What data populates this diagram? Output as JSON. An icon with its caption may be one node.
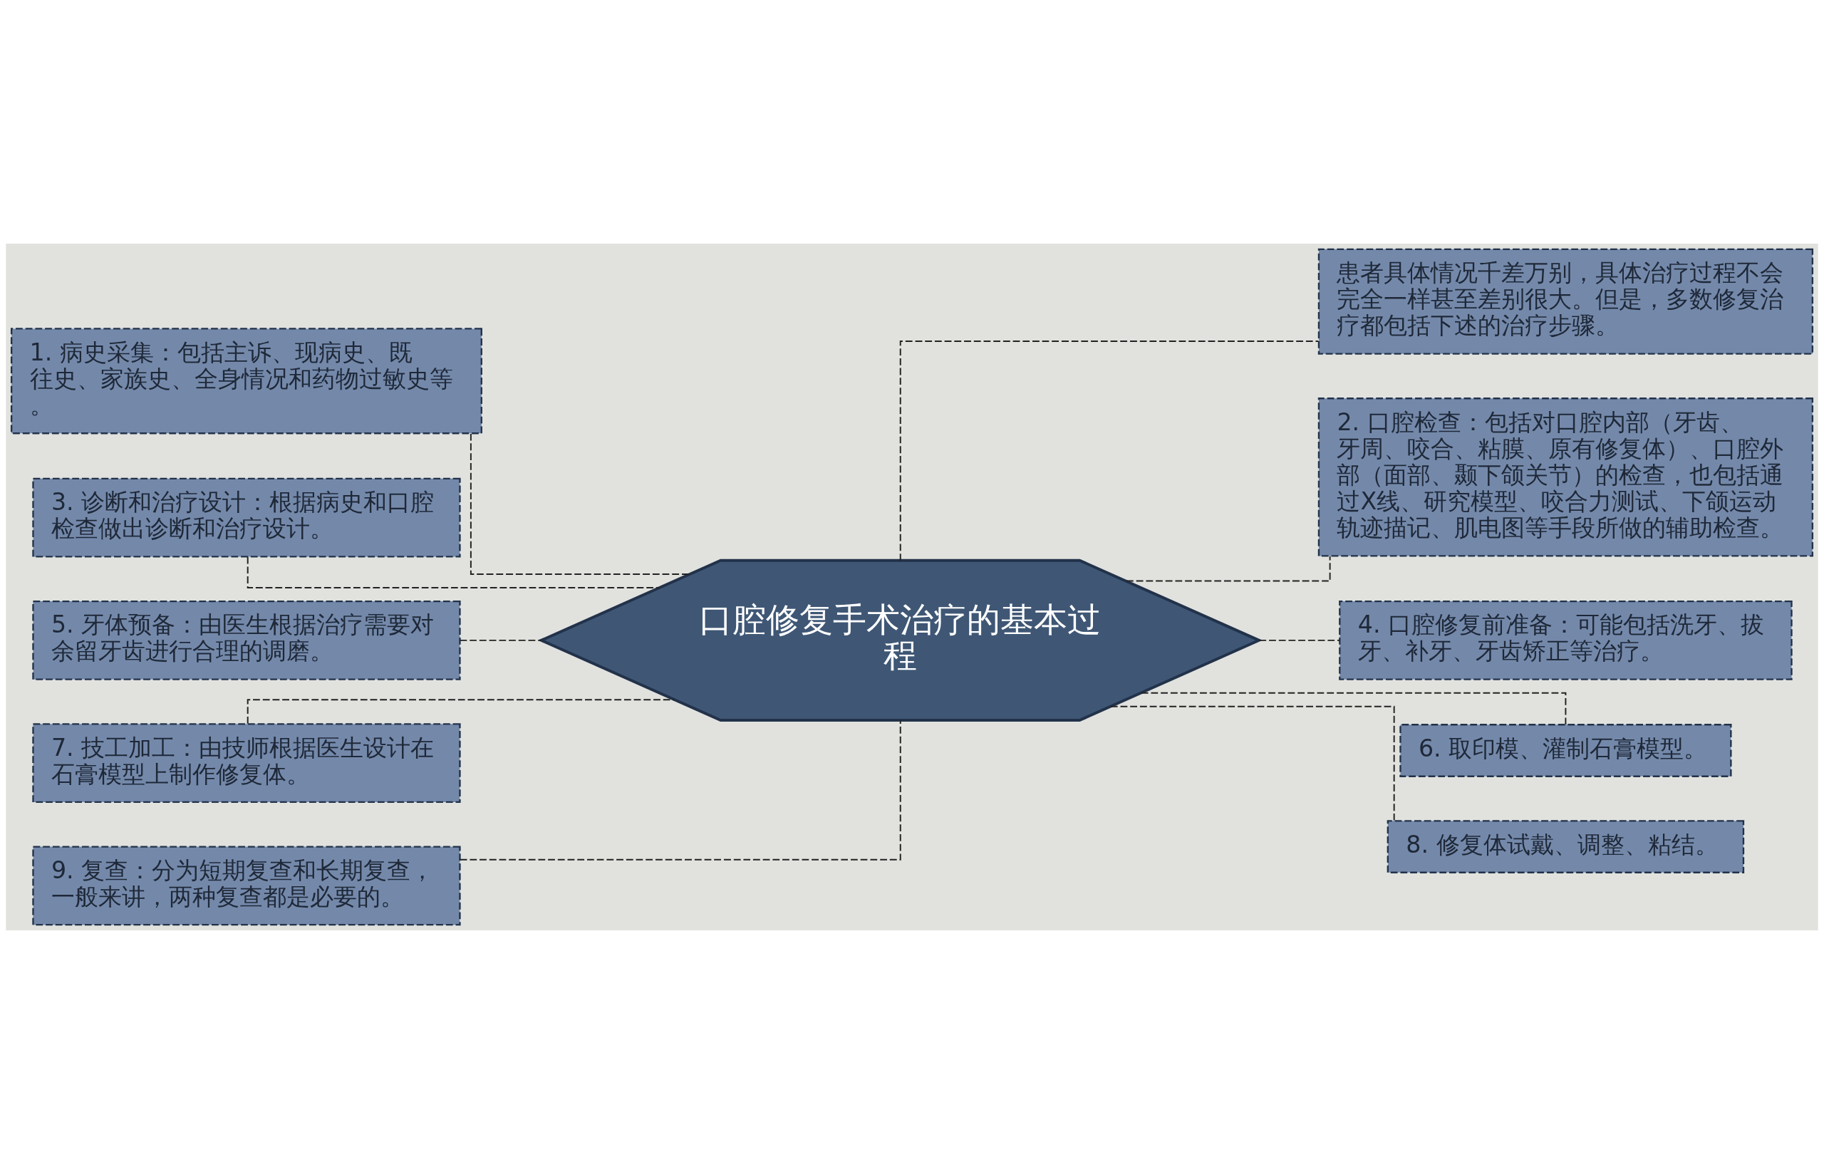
{
  "diagram": {
    "nodes": [
      {
        "text": [
          "口腔修复手术治疗的基本过程"
        ]
      },
      {
        "text": [
          "1. 病史采集：包括主诉、现病史、既往史、家族史、全身情况和药物过敏史等。"
        ]
      },
      {
        "text": [
          "3. 诊断和治疗设计：根据病史和口腔检查做出诊断和治疗设计。"
        ]
      },
      {
        "text": [
          "5. 牙体预备：由医生根据治疗需要对余留牙齿进行合理的调磨。"
        ]
      },
      {
        "text": [
          "7. 技工加工：由技师根据医生设计在石膏模型上制作修复体。"
        ]
      },
      {
        "text": [
          "9. 复查：分为短期复查和长期复查，一般来讲，两种复查都是必要的。"
        ]
      },
      {
        "text": [
          "患者具体情况千差万别，具体治疗过程不会完全一样甚至差别很大。但是，多数修复治疗都包括下述的治疗步骤。"
        ]
      },
      {
        "text": [
          "2. 口腔检查：包括对口腔内部（牙齿、牙周、咬合、粘膜、原有修复体）、口腔外部（面部、颞下颌关节）的检查，也包括通过X线、研究模型、咬合力测试、下颌运动轨迹描记、肌电图等手段所做的辅助检查。"
        ]
      },
      {
        "text": [
          "4. 口腔修复前准备：可能包括洗牙、拔牙、补牙、牙齿矫正等治疗。"
        ]
      },
      {
        "text": [
          "6. 取印模、灌制石膏模型。"
        ]
      },
      {
        "text": [
          "8. 修复体试戴、调整、粘结。"
        ]
      }
    ],
    "edges": [
      {
        "from": 0,
        "to": 1,
        "arrow": "none",
        "style": "dashed"
      },
      {
        "from": 0,
        "to": 2,
        "arrow": "none",
        "style": "dashed"
      },
      {
        "from": 0,
        "to": 3,
        "arrow": "none",
        "style": "dashed"
      },
      {
        "from": 0,
        "to": 4,
        "arrow": "none",
        "style": "dashed"
      },
      {
        "from": 0,
        "to": 5,
        "arrow": "none",
        "style": "dashed"
      },
      {
        "from": 0,
        "to": 6,
        "arrow": "none",
        "style": "dashed"
      },
      {
        "from": 0,
        "to": 7,
        "arrow": "none",
        "style": "dashed"
      },
      {
        "from": 0,
        "to": 8,
        "arrow": "none",
        "style": "dashed"
      },
      {
        "from": 0,
        "to": 9,
        "arrow": "none",
        "style": "dashed"
      },
      {
        "from": 0,
        "to": 10,
        "arrow": "none",
        "style": "dashed"
      }
    ]
  }
}
